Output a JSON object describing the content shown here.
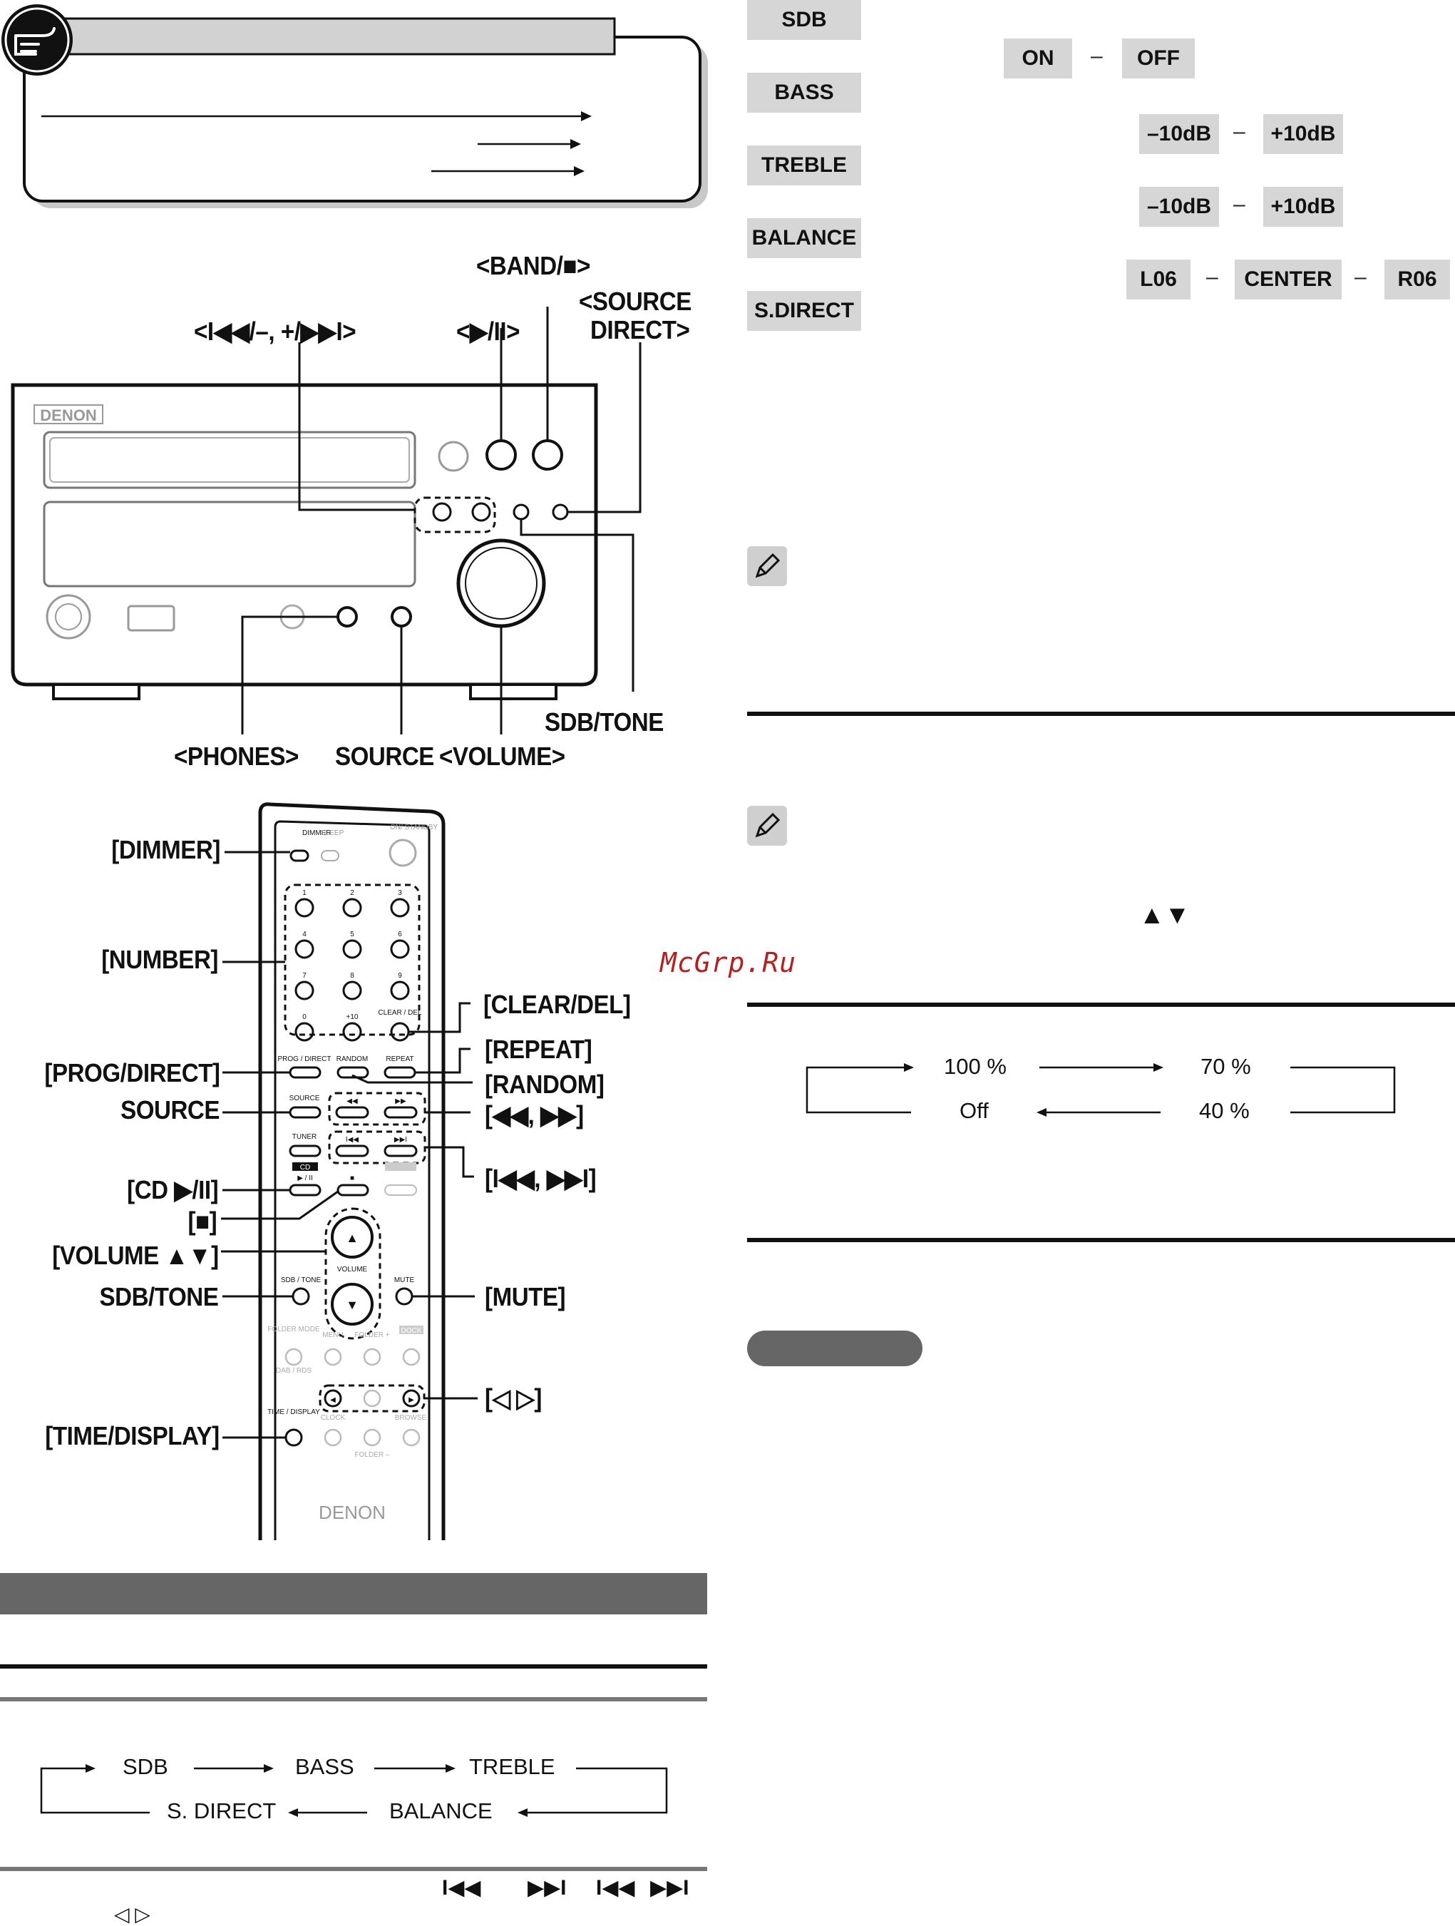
{
  "tone_settings": [
    {
      "name": "SDB",
      "values": [
        "ON",
        "OFF"
      ]
    },
    {
      "name": "BASS",
      "values": [
        "–10dB",
        "+10dB"
      ]
    },
    {
      "name": "TREBLE",
      "values": [
        "–10dB",
        "+10dB"
      ]
    },
    {
      "name": "BALANCE",
      "values": [
        "L06",
        "CENTER",
        "R06"
      ]
    },
    {
      "name": "S.DIRECT",
      "values": []
    }
  ],
  "unit_labels": {
    "band_stop": "<BAND/■>",
    "skip": "<I◀◀/–, +/▶▶I>",
    "play_pause": "<▶/II>",
    "source_direct_1": "<SOURCE",
    "source_direct_2": "DIRECT>",
    "sdb_tone": "SDB/TONE",
    "phones": "<PHONES>",
    "source": "SOURCE",
    "volume": "<VOLUME>"
  },
  "remote_labels_left": {
    "dimmer": "[DIMMER]",
    "number": "[NUMBER]",
    "prog_direct": "[PROG/DIRECT]",
    "source": "SOURCE",
    "cd_play": "[CD ▶/II]",
    "stop": "[■]",
    "volume": "[VOLUME ▲▼]",
    "sdb_tone": "SDB/TONE",
    "time_display": "[TIME/DISPLAY]"
  },
  "remote_labels_right": {
    "clear_del": "[CLEAR/DEL]",
    "repeat": "[REPEAT]",
    "random": "[RANDOM]",
    "search": "[◀◀, ▶▶]",
    "skip": "[I◀◀, ▶▶I]",
    "mute": "[MUTE]",
    "cursor": "[◁ ▷]"
  },
  "remote_small": {
    "dimmer": "DIMMER",
    "sleep": "SLEEP",
    "on_standby": "ON/ STANDBY",
    "clear_del": "CLEAR / DEL",
    "prog_direct": "PROG / DIRECT",
    "random": "RANDOM",
    "repeat": "REPEAT",
    "source": "SOURCE",
    "tuner": "TUNER",
    "cd": "CD",
    "volume": "VOLUME",
    "sdb_tone": "SDB / TONE",
    "mute": "MUTE",
    "folder_mode": "FOLDER MODE",
    "menu": "MENU",
    "folder_plus": "FOLDER +",
    "dock": "DOCK",
    "dab_rds": "DAB / RDS",
    "time_display": "TIME / DISPLAY",
    "clock": "CLOCK",
    "browse": "BROWSE",
    "folder_minus": "FOLDER –",
    "brand": "DENON",
    "digits": [
      "1",
      "2",
      "3",
      "4",
      "5",
      "6",
      "7",
      "8",
      "9",
      "0",
      "+10"
    ]
  },
  "unit_brand": "DENON",
  "dimmer_cycle": [
    "100 %",
    "70 %",
    "40 %",
    "Off"
  ],
  "tone_cycle": [
    "SDB",
    "BASS",
    "TREBLE",
    "BALANCE",
    "S. DIRECT"
  ],
  "volume_arrows": "▲▼",
  "bottom_keys": [
    "I◀◀",
    "▶▶I",
    "I◀◀",
    "▶▶I"
  ],
  "bottom_cursor": "◁ ▷",
  "watermark": "McGrp.Ru"
}
